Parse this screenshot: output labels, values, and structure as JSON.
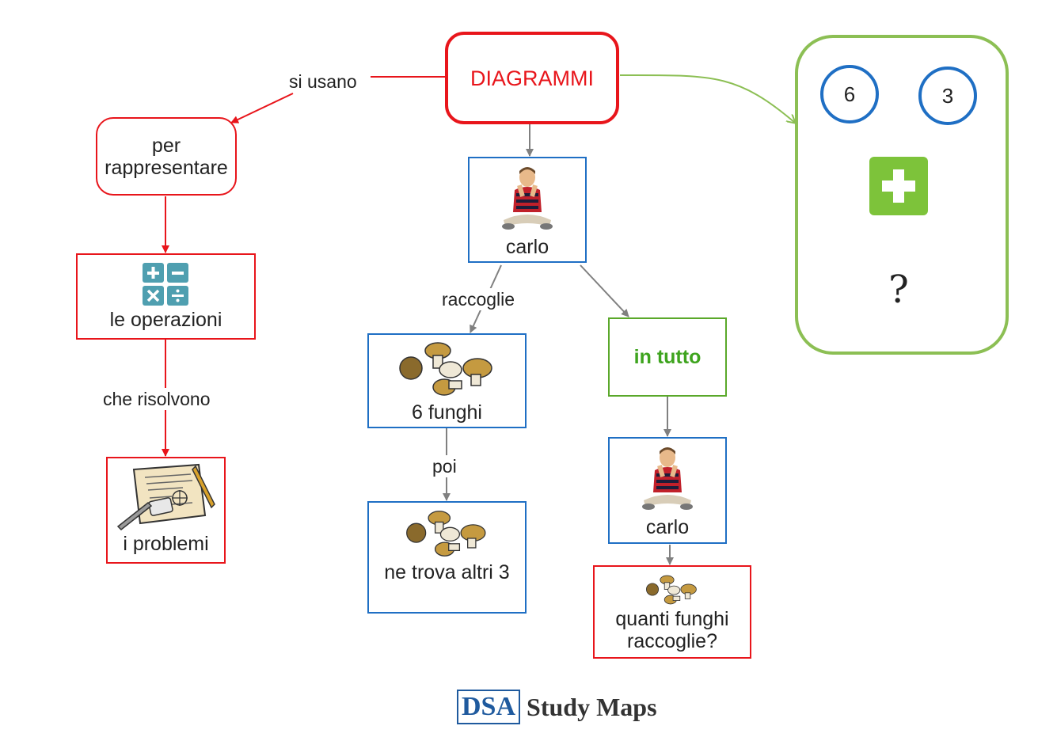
{
  "nodes": {
    "root": "DIAGRAMMI",
    "per_rappresentare": "per rappresentare",
    "operazioni": "le operazioni",
    "problemi": "i problemi",
    "carlo_1": "carlo",
    "funghi_6": "6 funghi",
    "ne_trova": "ne trova altri 3",
    "in_tutto": "in tutto",
    "carlo_2": "carlo",
    "quanti": "quanti funghi raccoglie?"
  },
  "edge_labels": {
    "si_usano": "si usano",
    "che_risolvono": "che risolvono",
    "raccoglie": "raccoglie",
    "poi": "poi"
  },
  "diagram_box": {
    "left_circle": "6",
    "right_circle": "3",
    "operator_icon": "plus-icon",
    "question": "?"
  },
  "footer": {
    "logo_box": "DSA",
    "logo_text": "Study Maps"
  },
  "icons": [
    "calculator-operations-icon",
    "paper-problems-icon",
    "boy-sitting-icon",
    "mushrooms-icon",
    "plus-icon"
  ],
  "colors": {
    "red": "#e8151b",
    "blue": "#1f6fc4",
    "green": "#5aa82a",
    "light_green": "#8cbf54"
  }
}
